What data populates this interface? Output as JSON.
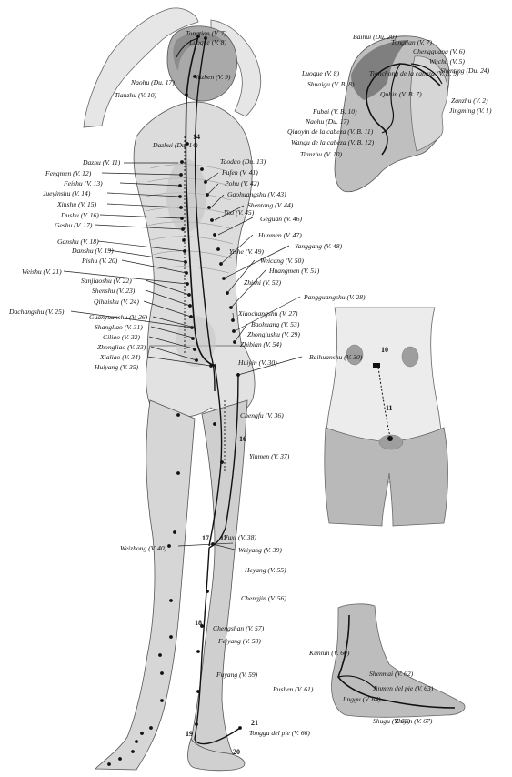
{
  "figure": {
    "colors": {
      "skin": "#d9d9d9",
      "skin_dark": "#b5b5b5",
      "outline": "#555555",
      "meridian": "#111111",
      "background": "#ffffff"
    }
  },
  "labels": {
    "main": [
      {
        "id": "tongtian_main",
        "text": "Tongtian (V. 7)"
      },
      {
        "id": "luoque_main",
        "text": "Luoque (V. 8)"
      },
      {
        "id": "yuzhen_main",
        "text": "Yuzhen (V. 9)"
      },
      {
        "id": "naohu_main",
        "text": "Naohu (Du. 17)"
      },
      {
        "id": "tianzhu_main",
        "text": "Tianzhu (V. 10)"
      },
      {
        "id": "dazhui",
        "text": "Dazhui (Du. 14)"
      },
      {
        "id": "dazhu",
        "text": "Dazhu (V. 11)"
      },
      {
        "id": "fengmen",
        "text": "Fengmen (V. 12)"
      },
      {
        "id": "feishu",
        "text": "Feishu (V. 13)"
      },
      {
        "id": "jueyinshu",
        "text": "Jueyinshu (V. 14)"
      },
      {
        "id": "xinshu",
        "text": "Xinshu (V. 15)"
      },
      {
        "id": "dushu",
        "text": "Dushu (V. 16)"
      },
      {
        "id": "geshu",
        "text": "Geshu (V. 17)"
      },
      {
        "id": "ganshu",
        "text": "Ganshu (V. 18)"
      },
      {
        "id": "danshu",
        "text": "Danshu (V. 19)"
      },
      {
        "id": "pishu",
        "text": "Pishu (V. 20)"
      },
      {
        "id": "weishu",
        "text": "Weishu (V. 21)"
      },
      {
        "id": "sanjiaoshu",
        "text": "Sanjiaoshu (V. 22)"
      },
      {
        "id": "shenshu",
        "text": "Shenshu (V. 23)"
      },
      {
        "id": "qihaishu",
        "text": "Qihaishu (V. 24)"
      },
      {
        "id": "dachangshu",
        "text": "Dachangshu (V. 25)"
      },
      {
        "id": "guanyuanshu",
        "text": "Guanyuanshu (V. 26)"
      },
      {
        "id": "shangliao",
        "text": "Shangliao (V. 31)"
      },
      {
        "id": "ciliao",
        "text": "Ciliao (V. 32)"
      },
      {
        "id": "zhongliao",
        "text": "Zhongliao (V. 33)"
      },
      {
        "id": "xialiao",
        "text": "Xialiao (V. 34)"
      },
      {
        "id": "huiyang",
        "text": "Huiyang (V. 35)"
      },
      {
        "id": "taodao",
        "text": "Taodao (Du. 13)"
      },
      {
        "id": "fufen",
        "text": "Fufen (V. 41)"
      },
      {
        "id": "pohu",
        "text": "Pohu (V. 42)"
      },
      {
        "id": "gaohuangshu",
        "text": "Gaohuangshu (V. 43)"
      },
      {
        "id": "shentang",
        "text": "Shentang (V. 44)"
      },
      {
        "id": "yixi",
        "text": "Yixi (V. 45)"
      },
      {
        "id": "geguan",
        "text": "Geguan (V. 46)"
      },
      {
        "id": "hunmen",
        "text": "Hunmen (V. 47)"
      },
      {
        "id": "yanggang",
        "text": "Yanggang (V. 48)"
      },
      {
        "id": "yishe",
        "text": "Yishe (V. 49)"
      },
      {
        "id": "weicang",
        "text": "Weicang (V. 50)"
      },
      {
        "id": "huangmen",
        "text": "Huangmen (V. 51)"
      },
      {
        "id": "zhishi",
        "text": "Zhishi (V. 52)"
      },
      {
        "id": "pangguangshu",
        "text": "Pangguangshu (V. 28)"
      },
      {
        "id": "xiaochangshu",
        "text": "Xiaochangshu (V. 27)"
      },
      {
        "id": "baohuang",
        "text": "Baohuang (V. 53)"
      },
      {
        "id": "zhonglushu",
        "text": "Zhonglushu (V. 29)"
      },
      {
        "id": "zhibian",
        "text": "Zhibian (V. 54)"
      },
      {
        "id": "baihuanshu",
        "text": "Baihuanshu (V. 30)"
      },
      {
        "id": "huiyin",
        "text": "Huiyin (V. 30)"
      },
      {
        "id": "chengfu",
        "text": "Chengfu (V. 36)"
      },
      {
        "id": "yinmen",
        "text": "Yinmen (V. 37)"
      },
      {
        "id": "fuxi",
        "text": "Fuxi (V. 38)"
      },
      {
        "id": "weizhong",
        "text": "Weizhong (V. 40)"
      },
      {
        "id": "weiyang",
        "text": "Weiyang (V. 39)"
      },
      {
        "id": "heyang",
        "text": "Heyang (V. 55)"
      },
      {
        "id": "chengjin",
        "text": "Chengjin (V. 56)"
      },
      {
        "id": "chengshan",
        "text": "Chengshan (V. 57)"
      },
      {
        "id": "feiyang",
        "text": "Feiyang (V. 58)"
      },
      {
        "id": "fuyang",
        "text": "Fuyang (V. 59)"
      },
      {
        "id": "tonggu",
        "text": "Tonggu del pie (V. 66)"
      }
    ],
    "head": [
      {
        "id": "baihui",
        "text": "Baihui (Du. 20)"
      },
      {
        "id": "tongtian_head",
        "text": "Tongtian (V. 7)"
      },
      {
        "id": "chengguang",
        "text": "Chengguang (V. 6)"
      },
      {
        "id": "wuchu",
        "text": "Wuchu (V. 5)"
      },
      {
        "id": "shenting",
        "text": "Shenting (Du. 24)"
      },
      {
        "id": "luoque_head",
        "text": "Luoque (V. 8)"
      },
      {
        "id": "shuaigu",
        "text": "Shuaigu (V. B. 8)"
      },
      {
        "id": "tianchong",
        "text": "Tianchong de la cabeza (V. B. 9)"
      },
      {
        "id": "qubin",
        "text": "Qubin (V. B. 7)"
      },
      {
        "id": "zanzhu",
        "text": "Zanzhu (V. 2)"
      },
      {
        "id": "jingming",
        "text": "Jingming (V. 1)"
      },
      {
        "id": "fubai",
        "text": "Fubai (V. B. 10)"
      },
      {
        "id": "naohu_head",
        "text": "Naohu (Du. 17)"
      },
      {
        "id": "qiaoyin",
        "text": "Qiaoyin de la cabeza (V. B. 11)"
      },
      {
        "id": "wangu",
        "text": "Wangu de la cabeza (V. B. 12)"
      },
      {
        "id": "tianzhu_head",
        "text": "Tianzhu (V. 10)"
      }
    ],
    "foot": [
      {
        "id": "kunlun",
        "text": "Kunlun (V. 60)"
      },
      {
        "id": "shenmai",
        "text": "Shenmai (V. 62)"
      },
      {
        "id": "pushen",
        "text": "Pushen (V. 61)"
      },
      {
        "id": "jinmen",
        "text": "Jinmen del pie (V. 63)"
      },
      {
        "id": "jinggu",
        "text": "Jinggu (V. 64)"
      },
      {
        "id": "shugu",
        "text": "Shugu (V. 65)"
      },
      {
        "id": "zhiyin",
        "text": "Zhiyin (V. 67)"
      }
    ]
  },
  "numbers": [
    {
      "id": "n14",
      "text": "14"
    },
    {
      "id": "n16",
      "text": "16"
    },
    {
      "id": "n17",
      "text": "17"
    },
    {
      "id": "n12",
      "text": "12"
    },
    {
      "id": "n18",
      "text": "18"
    },
    {
      "id": "n19",
      "text": "19"
    },
    {
      "id": "n20",
      "text": "20"
    },
    {
      "id": "n21",
      "text": "21"
    },
    {
      "id": "n10",
      "text": "10"
    },
    {
      "id": "n11",
      "text": "11"
    }
  ]
}
